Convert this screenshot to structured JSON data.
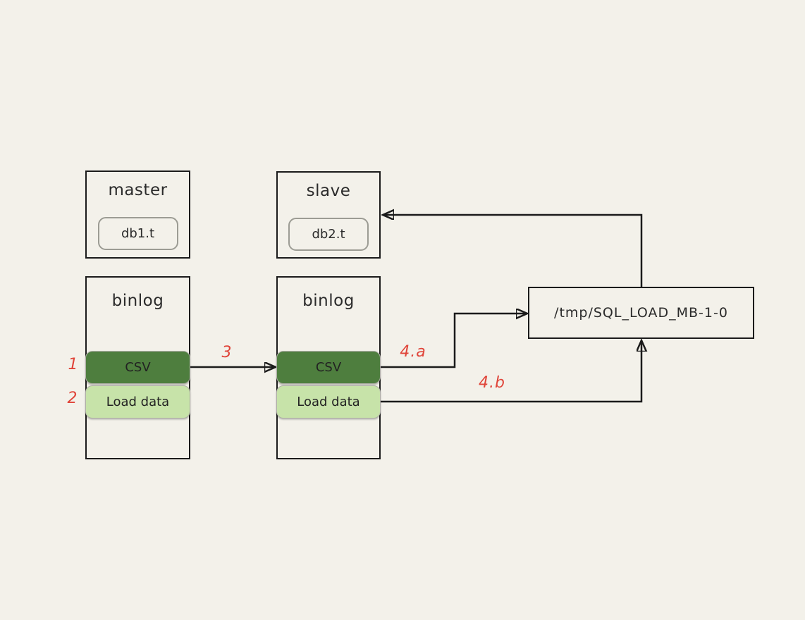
{
  "colors": {
    "background": "#f3f1ea",
    "stroke": "#1b1b1b",
    "green_dark": "#4e7e3e",
    "green_light": "#c7e3a9",
    "red": "#e0453a"
  },
  "nodes": {
    "master": {
      "label": "master",
      "table": "db1.t"
    },
    "slave": {
      "label": "slave",
      "table": "db2.t"
    },
    "binlog_master": {
      "label": "binlog",
      "csv": "CSV",
      "load_data": "Load data"
    },
    "binlog_slave": {
      "label": "binlog",
      "csv": "CSV",
      "load_data": "Load data"
    },
    "tmp_file": {
      "label": "/tmp/SQL_LOAD_MB-1-0"
    }
  },
  "step_labels": {
    "one": "1",
    "two": "2",
    "three": "3",
    "four_a": "4.a",
    "four_b": "4.b"
  }
}
